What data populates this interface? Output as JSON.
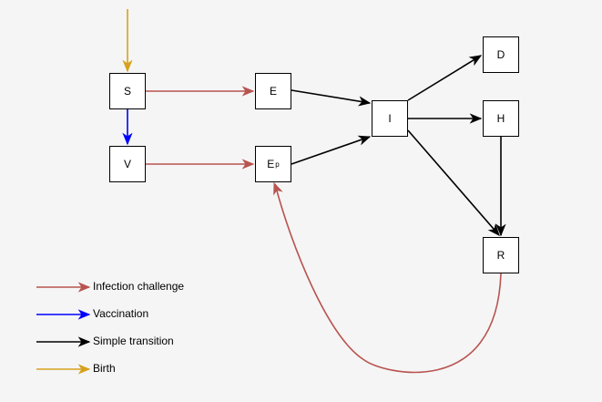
{
  "colors": {
    "infection": "#b85450",
    "vaccination": "#0000ff",
    "transition": "#000000",
    "birth": "#d6a21e",
    "background": "#f5f5f5",
    "node_fill": "#ffffff"
  },
  "nodes": {
    "S": "S",
    "V": "V",
    "E": "E",
    "Ep": "E",
    "Ep_sub": "p",
    "I": "I",
    "D": "D",
    "H": "H",
    "R": "R"
  },
  "legend": {
    "infection": "Infection challenge",
    "vaccination": "Vaccination",
    "transition": "Simple transition",
    "birth": "Birth"
  }
}
